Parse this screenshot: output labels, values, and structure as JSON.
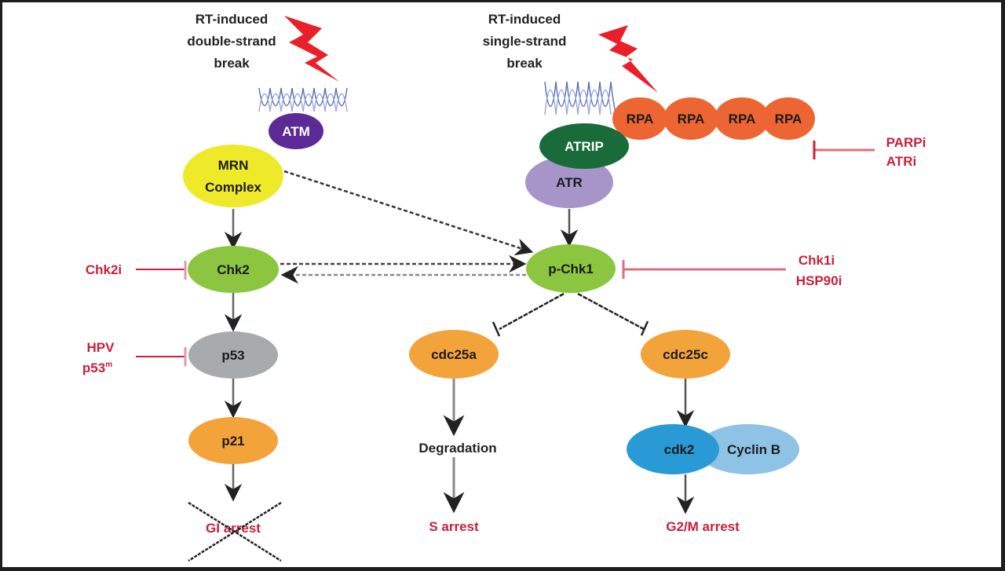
{
  "figure": {
    "left_pathway": {
      "damage_label": [
        "RT-induced",
        "double-strand",
        "break"
      ],
      "kinase": {
        "label": "ATM",
        "color": "#5b2a96"
      },
      "nodes": {
        "mrn": {
          "lines": [
            "MRN",
            "Complex"
          ],
          "color": "#eeea2a"
        },
        "chk2": {
          "label": "Chk2",
          "color": "#8cc540"
        },
        "p53": {
          "label": "p53",
          "color": "#a8abae"
        },
        "p21": {
          "label": "p21",
          "color": "#f2a33a"
        }
      },
      "outcome": {
        "label": "GI arrest",
        "crossed_out": true
      }
    },
    "right_pathway": {
      "damage_label": [
        "RT-induced",
        "single-strand",
        "break"
      ],
      "rpa_chain": {
        "labels": [
          "RPA",
          "RPA",
          "RPA",
          "RPA"
        ],
        "color": "#ec6532"
      },
      "nodes": {
        "atrip": {
          "label": "ATRIP",
          "color": "#1a6b3a"
        },
        "atr": {
          "label": "ATR",
          "color": "#a795c9"
        },
        "pchk1": {
          "label": "p-Chk1",
          "color": "#8cc540"
        },
        "cdc25a": {
          "label": "cdc25a",
          "color": "#f2a33a"
        },
        "cdc25c": {
          "label": "cdc25c",
          "color": "#f2a33a"
        },
        "cdk2": {
          "label": "cdk2",
          "color": "#2a9ad6"
        },
        "cyclinb": {
          "label": "Cyclin B",
          "color": "#8fc3e6"
        }
      },
      "intermediate": {
        "label": "Degradation"
      },
      "outcomes": {
        "s_arrest": "S arrest",
        "g2m_arrest": "G2/M arrest"
      }
    },
    "inhibitors": {
      "parp_atr": [
        "PARPi",
        "ATRi"
      ],
      "chk1_hsp90": [
        "Chk1i",
        "HSP90i"
      ],
      "chk2": "Chk2i",
      "p53": {
        "line1": "HPV",
        "line2": "p53",
        "superscript": "m"
      }
    },
    "colors": {
      "inhibitor_red": "#c8203a",
      "inhibitor_line": "#d9707e",
      "lightning": "#e8202a",
      "dna": "#5a6fb8",
      "arrow": "#222222"
    }
  }
}
